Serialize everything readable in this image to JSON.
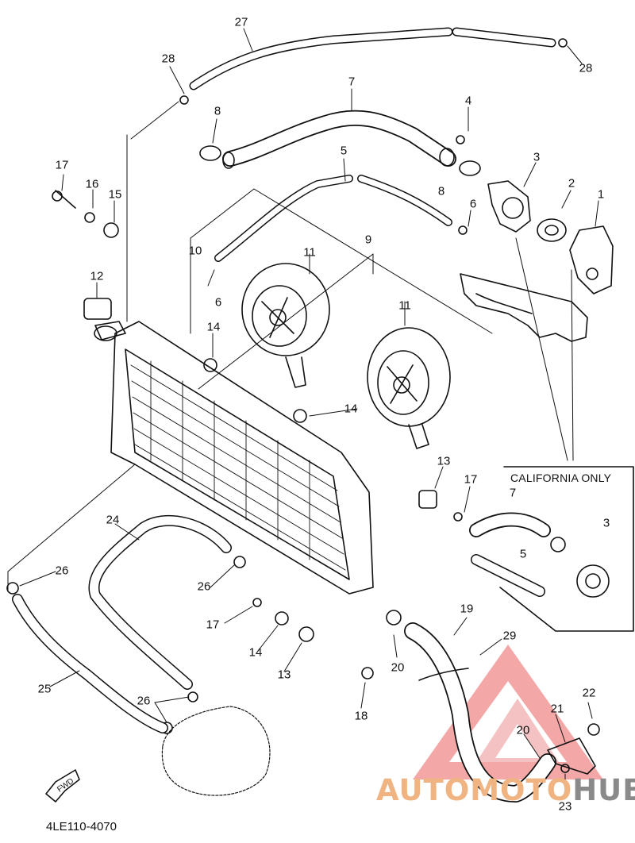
{
  "diagram": {
    "part_code": "4LE110-4070",
    "inset_title": "CALIFORNIA ONLY",
    "fwd_label": "FWD",
    "watermark": {
      "part1": "AUTOMOTO",
      "part2": "HUB"
    },
    "callouts": [
      {
        "id": "c27",
        "text": "27"
      },
      {
        "id": "c28a",
        "text": "28"
      },
      {
        "id": "c28b",
        "text": "28"
      },
      {
        "id": "c7",
        "text": "7"
      },
      {
        "id": "c4",
        "text": "4"
      },
      {
        "id": "c8a",
        "text": "8"
      },
      {
        "id": "c8b",
        "text": "8"
      },
      {
        "id": "c5",
        "text": "5"
      },
      {
        "id": "c3",
        "text": "3"
      },
      {
        "id": "c2",
        "text": "2"
      },
      {
        "id": "c1",
        "text": "1"
      },
      {
        "id": "c17a",
        "text": "17"
      },
      {
        "id": "c16",
        "text": "16"
      },
      {
        "id": "c15",
        "text": "15"
      },
      {
        "id": "c6a",
        "text": "6"
      },
      {
        "id": "c9",
        "text": "9"
      },
      {
        "id": "c10",
        "text": "10"
      },
      {
        "id": "c11a",
        "text": "11"
      },
      {
        "id": "c12",
        "text": "12"
      },
      {
        "id": "c6b",
        "text": "6"
      },
      {
        "id": "c14a",
        "text": "14"
      },
      {
        "id": "c11b",
        "text": "11"
      },
      {
        "id": "c14b",
        "text": "14"
      },
      {
        "id": "c13a",
        "text": "13"
      },
      {
        "id": "c17b",
        "text": "17"
      },
      {
        "id": "c7b",
        "text": "7"
      },
      {
        "id": "c3b",
        "text": "3"
      },
      {
        "id": "c5b",
        "text": "5"
      },
      {
        "id": "c24",
        "text": "24"
      },
      {
        "id": "c26a",
        "text": "26"
      },
      {
        "id": "c26b",
        "text": "26"
      },
      {
        "id": "c17c",
        "text": "17"
      },
      {
        "id": "c14c",
        "text": "14"
      },
      {
        "id": "c13b",
        "text": "13"
      },
      {
        "id": "c20a",
        "text": "20"
      },
      {
        "id": "c19",
        "text": "19"
      },
      {
        "id": "c29",
        "text": "29"
      },
      {
        "id": "c25",
        "text": "25"
      },
      {
        "id": "c26c",
        "text": "26"
      },
      {
        "id": "c18",
        "text": "18"
      },
      {
        "id": "c22",
        "text": "22"
      },
      {
        "id": "c21",
        "text": "21"
      },
      {
        "id": "c20b",
        "text": "20"
      },
      {
        "id": "c23",
        "text": "23"
      }
    ]
  }
}
